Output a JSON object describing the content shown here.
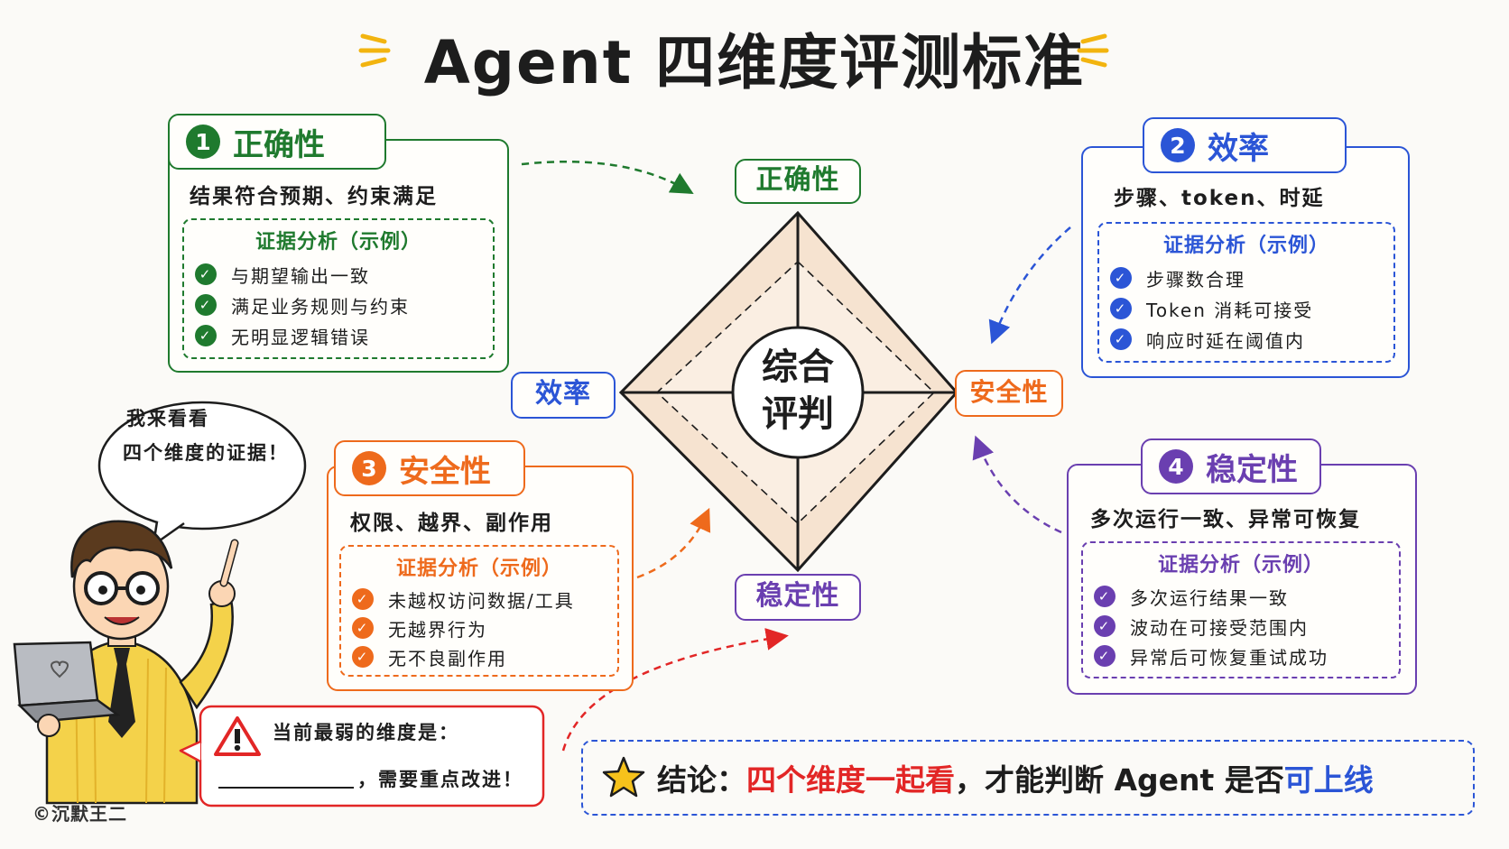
{
  "title": "Agent 四维度评测标准",
  "center_label_line1": "综合",
  "center_label_line2": "评判",
  "diamond_labels": {
    "top": "正确性",
    "left": "效率",
    "right": "安全性",
    "bottom": "稳定性"
  },
  "evidence_title": "证据分析（示例）",
  "cards": [
    {
      "number": "1",
      "title": "正确性",
      "desc": "结果符合预期、约束满足",
      "color": "#1f7a2e",
      "items": [
        "与期望输出一致",
        "满足业务规则与约束",
        "无明显逻辑错误"
      ]
    },
    {
      "number": "2",
      "title": "效率",
      "desc": "步骤、token、时延",
      "color": "#2b55d6",
      "items": [
        "步骤数合理",
        "Token 消耗可接受",
        "响应时延在阈值内"
      ]
    },
    {
      "number": "3",
      "title": "安全性",
      "desc": "权限、越界、副作用",
      "color": "#ee6a1c",
      "items": [
        "未越权访问数据/工具",
        "无越界行为",
        "无不良副作用"
      ]
    },
    {
      "number": "4",
      "title": "稳定性",
      "desc": "多次运行一致、异常可恢复",
      "color": "#6a3fb0",
      "items": [
        "多次运行结果一致",
        "波动在可接受范围内",
        "异常后可恢复重试成功"
      ]
    }
  ],
  "speech_bubble": {
    "line1": "我来看看",
    "line2": "四个维度的证据！"
  },
  "warning": {
    "line1": "当前最弱的维度是：",
    "line2": "，需要重点改进！",
    "color": "#e22626"
  },
  "conclusion": {
    "prefix": "结论：",
    "highlight": "四个维度一起看",
    "middle": "，才能判断 Agent 是否",
    "ending": "可上线",
    "highlight_color": "#e22626",
    "ending_color": "#2b55d6"
  },
  "copyright": "©沉默王二"
}
